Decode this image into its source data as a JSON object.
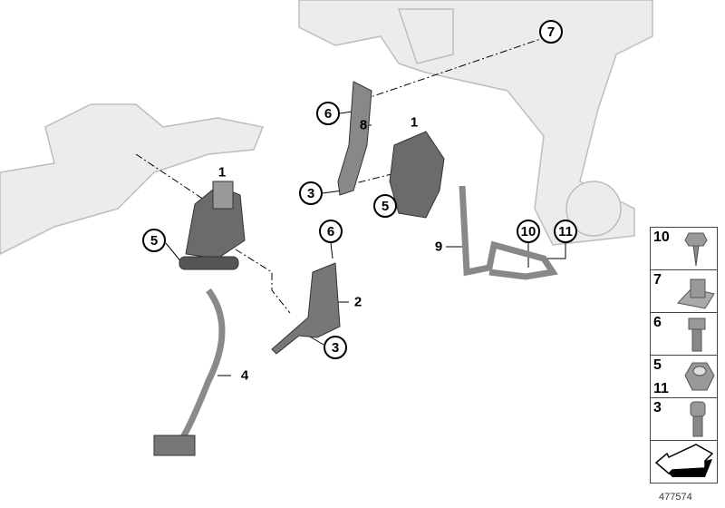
{
  "diagram": {
    "callouts": [
      {
        "id": "c7",
        "text": "7"
      },
      {
        "id": "c6a",
        "text": "6"
      },
      {
        "id": "c3a",
        "text": "3"
      },
      {
        "id": "c5a",
        "text": "5"
      },
      {
        "id": "c5b",
        "text": "5"
      },
      {
        "id": "c6b",
        "text": "6"
      },
      {
        "id": "c3b",
        "text": "3"
      },
      {
        "id": "c10",
        "text": "10"
      },
      {
        "id": "c11",
        "text": "11"
      }
    ],
    "labels": [
      {
        "id": "l8",
        "text": "8"
      },
      {
        "id": "l1a",
        "text": "1"
      },
      {
        "id": "l1b",
        "text": "1"
      },
      {
        "id": "l2",
        "text": "2"
      },
      {
        "id": "l4",
        "text": "4"
      },
      {
        "id": "l9",
        "text": "9"
      }
    ]
  },
  "legend": {
    "rows": [
      {
        "nums": [
          "10"
        ],
        "icon": "self-tapping-screw-icon"
      },
      {
        "nums": [
          "7"
        ],
        "icon": "clip-nut-icon"
      },
      {
        "nums": [
          "6"
        ],
        "icon": "hex-bolt-icon"
      },
      {
        "nums": [
          "5",
          "11"
        ],
        "icon": "hex-nut-icon"
      },
      {
        "nums": [
          "3"
        ],
        "icon": "torx-screw-icon"
      },
      {
        "nums": [],
        "icon": "direction-arrow-icon"
      }
    ]
  },
  "part_number": "477574"
}
